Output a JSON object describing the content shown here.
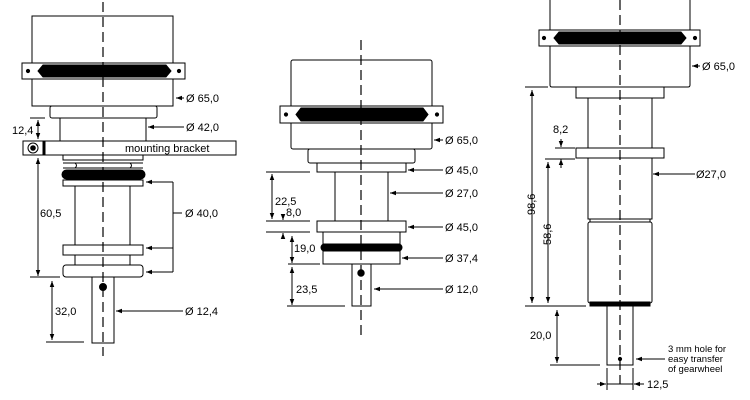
{
  "drawings": [
    {
      "name": "variant-1",
      "labels": {
        "d_body": "Ø 65,0",
        "d_neck": "Ø 42,0",
        "h_neck": "12,4",
        "bracket": "mounting bracket",
        "h_body": "60,5",
        "d_rings": "Ø 40,0",
        "h_shaft": "32,0",
        "d_shaft": "Ø 12,4"
      }
    },
    {
      "name": "variant-2",
      "labels": {
        "d_body": "Ø 65,0",
        "d_flange_top": "Ø 45,0",
        "d_neck": "Ø 27,0",
        "d_flange_bottom": "Ø 45,0",
        "d_ring": "Ø 37,4",
        "d_shaft": "Ø 12,0",
        "h_neck": "22,5",
        "h_flange": "8,0",
        "h_ring": "19,0",
        "h_shaft": "23,5"
      }
    },
    {
      "name": "variant-3",
      "labels": {
        "d_body": "Ø 65,0",
        "h_collar": "8,2",
        "d_tube": "Ø27,0",
        "h_total": "98,6",
        "h_lower": "58,6",
        "h_shaft": "20,0",
        "hole_note": [
          "3 mm hole for",
          "easy transfer",
          "of gearwheel"
        ],
        "d_shaft": "12,5"
      }
    }
  ]
}
